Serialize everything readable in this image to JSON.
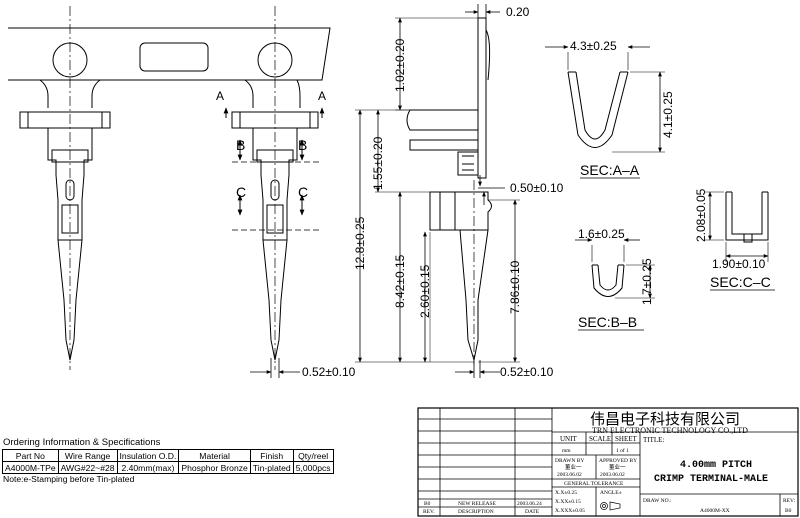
{
  "dimensions": {
    "top_thickness": "0.20",
    "top_height": "1.02±0.20",
    "mid_height": "1.55±0.20",
    "overall_length": "12.8±0.25",
    "pin_length": "8.42±0.15",
    "barrel_length": "2.60±0.15",
    "contact_length": "7.86±0.10",
    "gap": "0.50±0.10",
    "pin_width_front": "0.52±0.10",
    "pin_width_side": "0.52±0.10",
    "aa_width": "4.3±0.25",
    "aa_height": "4.1±0.25",
    "bb_width": "1.6±0.25",
    "bb_height": "1.7±0.25",
    "cc_height": "2.08±0.05",
    "cc_width": "1.90±0.10"
  },
  "section_letters": {
    "a": "A",
    "b": "B",
    "c": "C"
  },
  "sections": {
    "aa": "SEC:A–A",
    "bb": "SEC:B–B",
    "cc": "SEC:C–C"
  },
  "ordering": {
    "title": "Ordering Information & Specifications",
    "headers": [
      "Part No",
      "Wire Range",
      "Insulation O.D.",
      "Material",
      "Finish",
      "Qty/reel"
    ],
    "row": [
      "A4000M-TPe",
      "AWG#22~#28",
      "2.40mm(max)",
      "Phosphor Bronze",
      "Tin-plated",
      "5,000pcs"
    ],
    "note": "Note:e-Stamping before Tin-plated"
  },
  "title_block": {
    "company_cn": "伟昌电子科技有限公司",
    "company_en": "TRN ELECTRONIC TECHNOLOGY CO.,LTD",
    "unit_label": "UNIT",
    "scale_label": "SCALE",
    "sheet_label": "SHEET",
    "unit_value": "mm",
    "sheet_value": "1 of 1",
    "title_label": "TITLE:",
    "title_line1": "4.00mm PITCH",
    "title_line2": "CRIMP TERMINAL-MALE",
    "drawn_by_label": "DRAWN BY",
    "approved_by_label": "APPROVED BY",
    "drawn_by": "董业一",
    "approved_by": "董业一",
    "drawn_date": "2003.06.02",
    "approved_date": "2003.06.02",
    "general_tolerance": "GENERAL TOLERANCE",
    "tol_x": "X.X±0.25",
    "tol_xx": "X.XX±0.15",
    "tol_xxx": "X.XXX±0.05",
    "angle_label": "ANGLE±",
    "drawing_no_label": "DRAW NO.:",
    "drawing_no": "A4000M-XX",
    "rev_label": "REV:",
    "rev_value": "B0",
    "rev_row_rev": "B0",
    "rev_row_desc": "NEW RELEASE",
    "rev_row_date": "2003.06.24",
    "col_rev": "REV.",
    "col_desc": "DESCRIPTION",
    "col_date": "DATE"
  }
}
